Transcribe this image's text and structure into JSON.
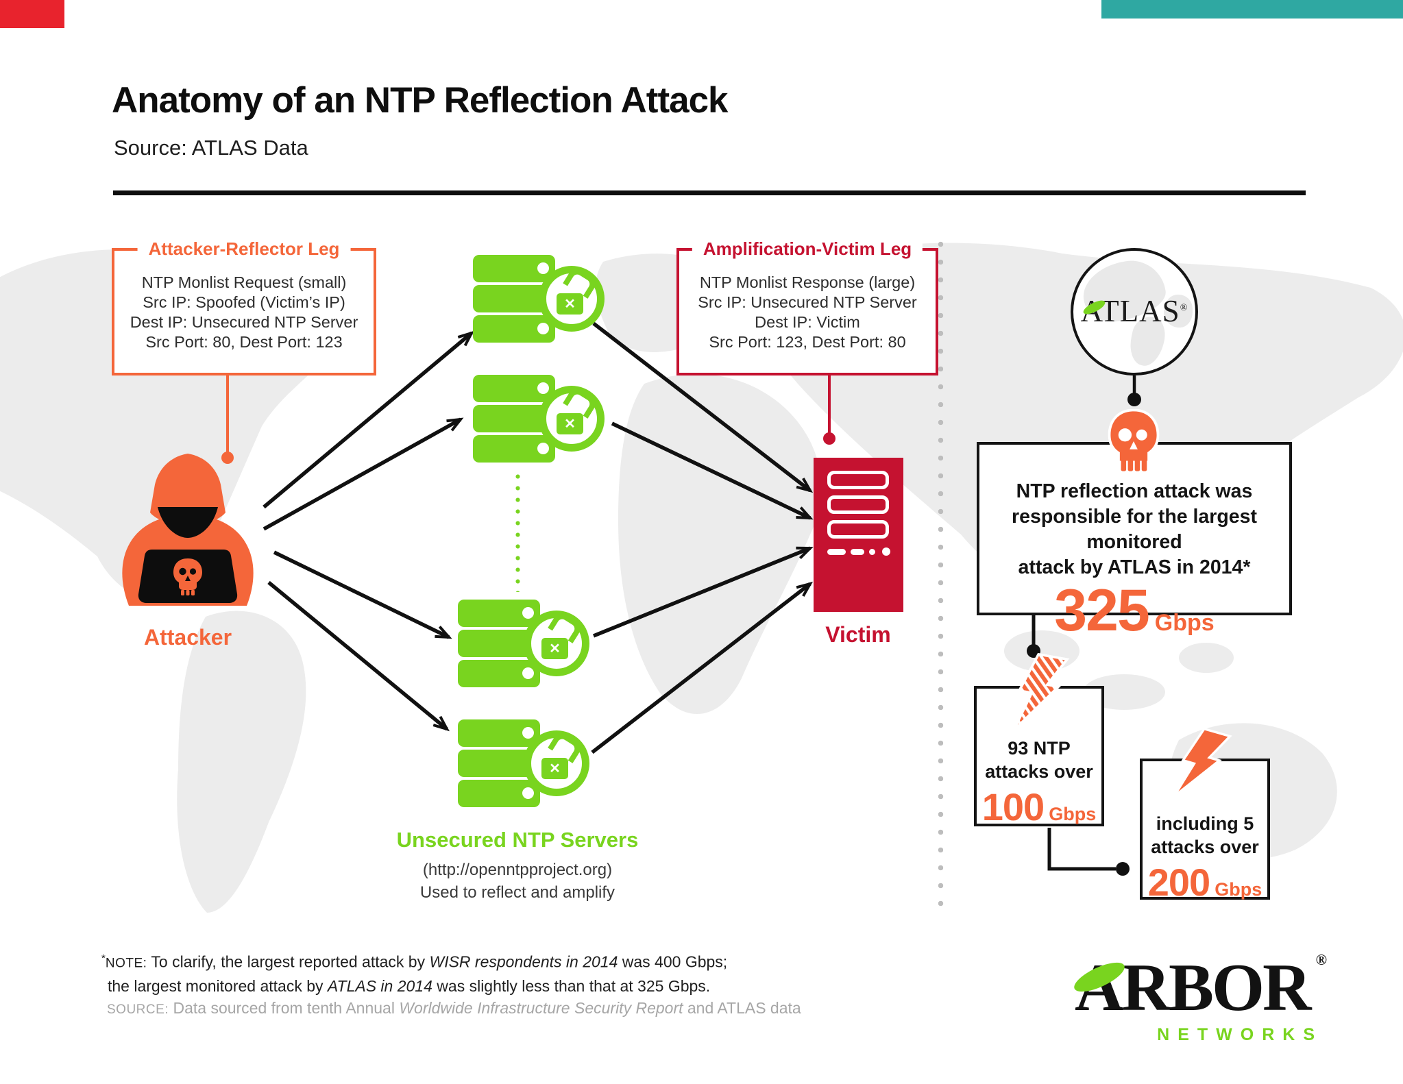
{
  "header": {
    "title": "Anatomy of an NTP Reflection Attack",
    "subtitle": "Source: ATLAS Data"
  },
  "legend_boxes": {
    "attacker_reflector": {
      "title": "Attacker-Reflector Leg",
      "lines": [
        "NTP Monlist Request (small)",
        "Src IP: Spoofed (Victim’s IP)",
        "Dest IP: Unsecured NTP Server",
        "Src Port: 80, Dest Port: 123"
      ]
    },
    "amplification_victim": {
      "title": "Amplification-Victim Leg",
      "lines": [
        "NTP Monlist Response (large)",
        "Src IP: Unsecured NTP Server",
        "Dest IP: Victim",
        "Src Port: 123, Dest Port: 80"
      ]
    }
  },
  "actors": {
    "attacker_label": "Attacker",
    "victim_label": "Victim"
  },
  "servers_caption": {
    "title": "Unsecured NTP Servers",
    "url": "(http://openntpproject.org)",
    "desc": "Used to reflect and amplify"
  },
  "atlas_badge": {
    "wordmark": "ATLAS",
    "registered": "®"
  },
  "stats": {
    "main": {
      "line1": "NTP reflection attack was",
      "line2": "responsible for the largest monitored",
      "line3": "attack by ATLAS in 2014*",
      "value": "325",
      "unit": "Gbps"
    },
    "over_100": {
      "line1": "93 NTP",
      "line2": "attacks over",
      "value": "100",
      "unit": "Gbps"
    },
    "over_200": {
      "line1": "including 5",
      "line2": "attacks over",
      "value": "200",
      "unit": "Gbps"
    }
  },
  "footnote": {
    "asterisk": "*",
    "label": "NOTE:",
    "line1_pre": "To clarify, the largest reported attack by ",
    "line1_italic": "WISR respondents in 2014",
    "line1_post": " was 400 Gbps;",
    "line2_pre": "the largest monitored attack by ",
    "line2_italic": "ATLAS in 2014",
    "line2_post": " was slightly less than that at 325 Gbps."
  },
  "source_note": {
    "label": "SOURCE:",
    "pre": "Data sourced from tenth Annual ",
    "italic": "Worldwide Infrastructure Security Report",
    "post": " and ATLAS data"
  },
  "arbor_logo": {
    "wordmark": "ARBOR",
    "registered": "®",
    "subtext": "NETWORKS"
  },
  "icons": {
    "lock_x": "✕"
  },
  "colors": {
    "orange": "#F4663A",
    "green": "#79D41F",
    "crimson": "#C51230",
    "black": "#111111",
    "map_gray": "#ECECEC",
    "dot_gray": "#BDBDBD",
    "red_bar": "#E8232D",
    "teal_bar": "#2FA8A2"
  }
}
